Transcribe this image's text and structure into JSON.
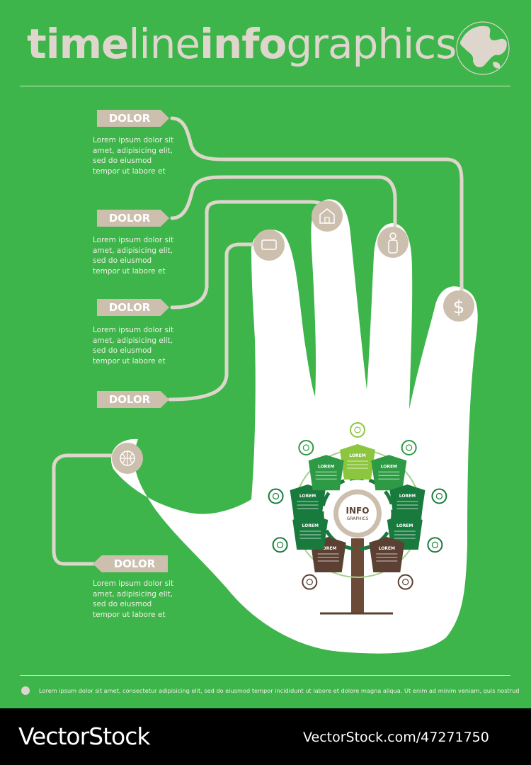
{
  "header": {
    "title_bold_1": "time",
    "title_light_1": "line",
    "title_bold_2": "info",
    "title_light_2": "graphics"
  },
  "items": [
    {
      "tag": "DOLOR",
      "text": "Lorem ipsum dolor sit amet, adipisicing elit, sed do eiusmod tempor ut labore et",
      "icon": "dollar-icon"
    },
    {
      "tag": "DOLOR",
      "text": "Lorem ipsum dolor sit amet, adipisicing elit, sed do eiusmod tempor ut labore et",
      "icon": "person-icon"
    },
    {
      "tag": "DOLOR",
      "text": "Lorem ipsum dolor sit amet, adipisicing elit, sed do eiusmod tempor ut labore et",
      "icon": "house-icon"
    },
    {
      "tag": "DOLOR",
      "text": "",
      "icon": "laptop-icon"
    },
    {
      "tag": "DOLOR",
      "text": "Lorem ipsum dolor sit amet, adipisicing elit, sed do eiusmod tempor ut labore et",
      "icon": "basketball-icon"
    }
  ],
  "hub": {
    "title": "INFO",
    "subtitle": "GRAPHICS"
  },
  "petals": [
    {
      "label": "LOREM",
      "icon": "person-icon"
    },
    {
      "label": "LOREM",
      "icon": "phone-icon"
    },
    {
      "label": "LOREM",
      "icon": "bulb-icon"
    },
    {
      "label": "LOREM",
      "icon": "briefcase-icon"
    },
    {
      "label": "LOREM",
      "icon": "document-icon"
    },
    {
      "label": "LOREM",
      "icon": "chart-icon"
    },
    {
      "label": "LOREM",
      "icon": "house-icon"
    },
    {
      "label": "LOREM",
      "icon": "fingerprint-icon"
    },
    {
      "label": "LOREM",
      "icon": "dollar-icon"
    }
  ],
  "footer": {
    "text": "Lorem ipsum dolor sit amet, consectetur adipisicing elit, sed do eiusmod tempor incididunt ut labore et dolore magna aliqua. Ut enim ad minim veniam, quis nostrud"
  },
  "watermark": {
    "left": "VectorStock",
    "right": "VectorStock.com/47271750"
  },
  "colors": {
    "background": "#3db54a",
    "beige": "#cdbfae",
    "dark_green": "#187a3c",
    "mid_green": "#2f9a45",
    "light_green": "#8cc63f",
    "brown": "#5c4033"
  }
}
